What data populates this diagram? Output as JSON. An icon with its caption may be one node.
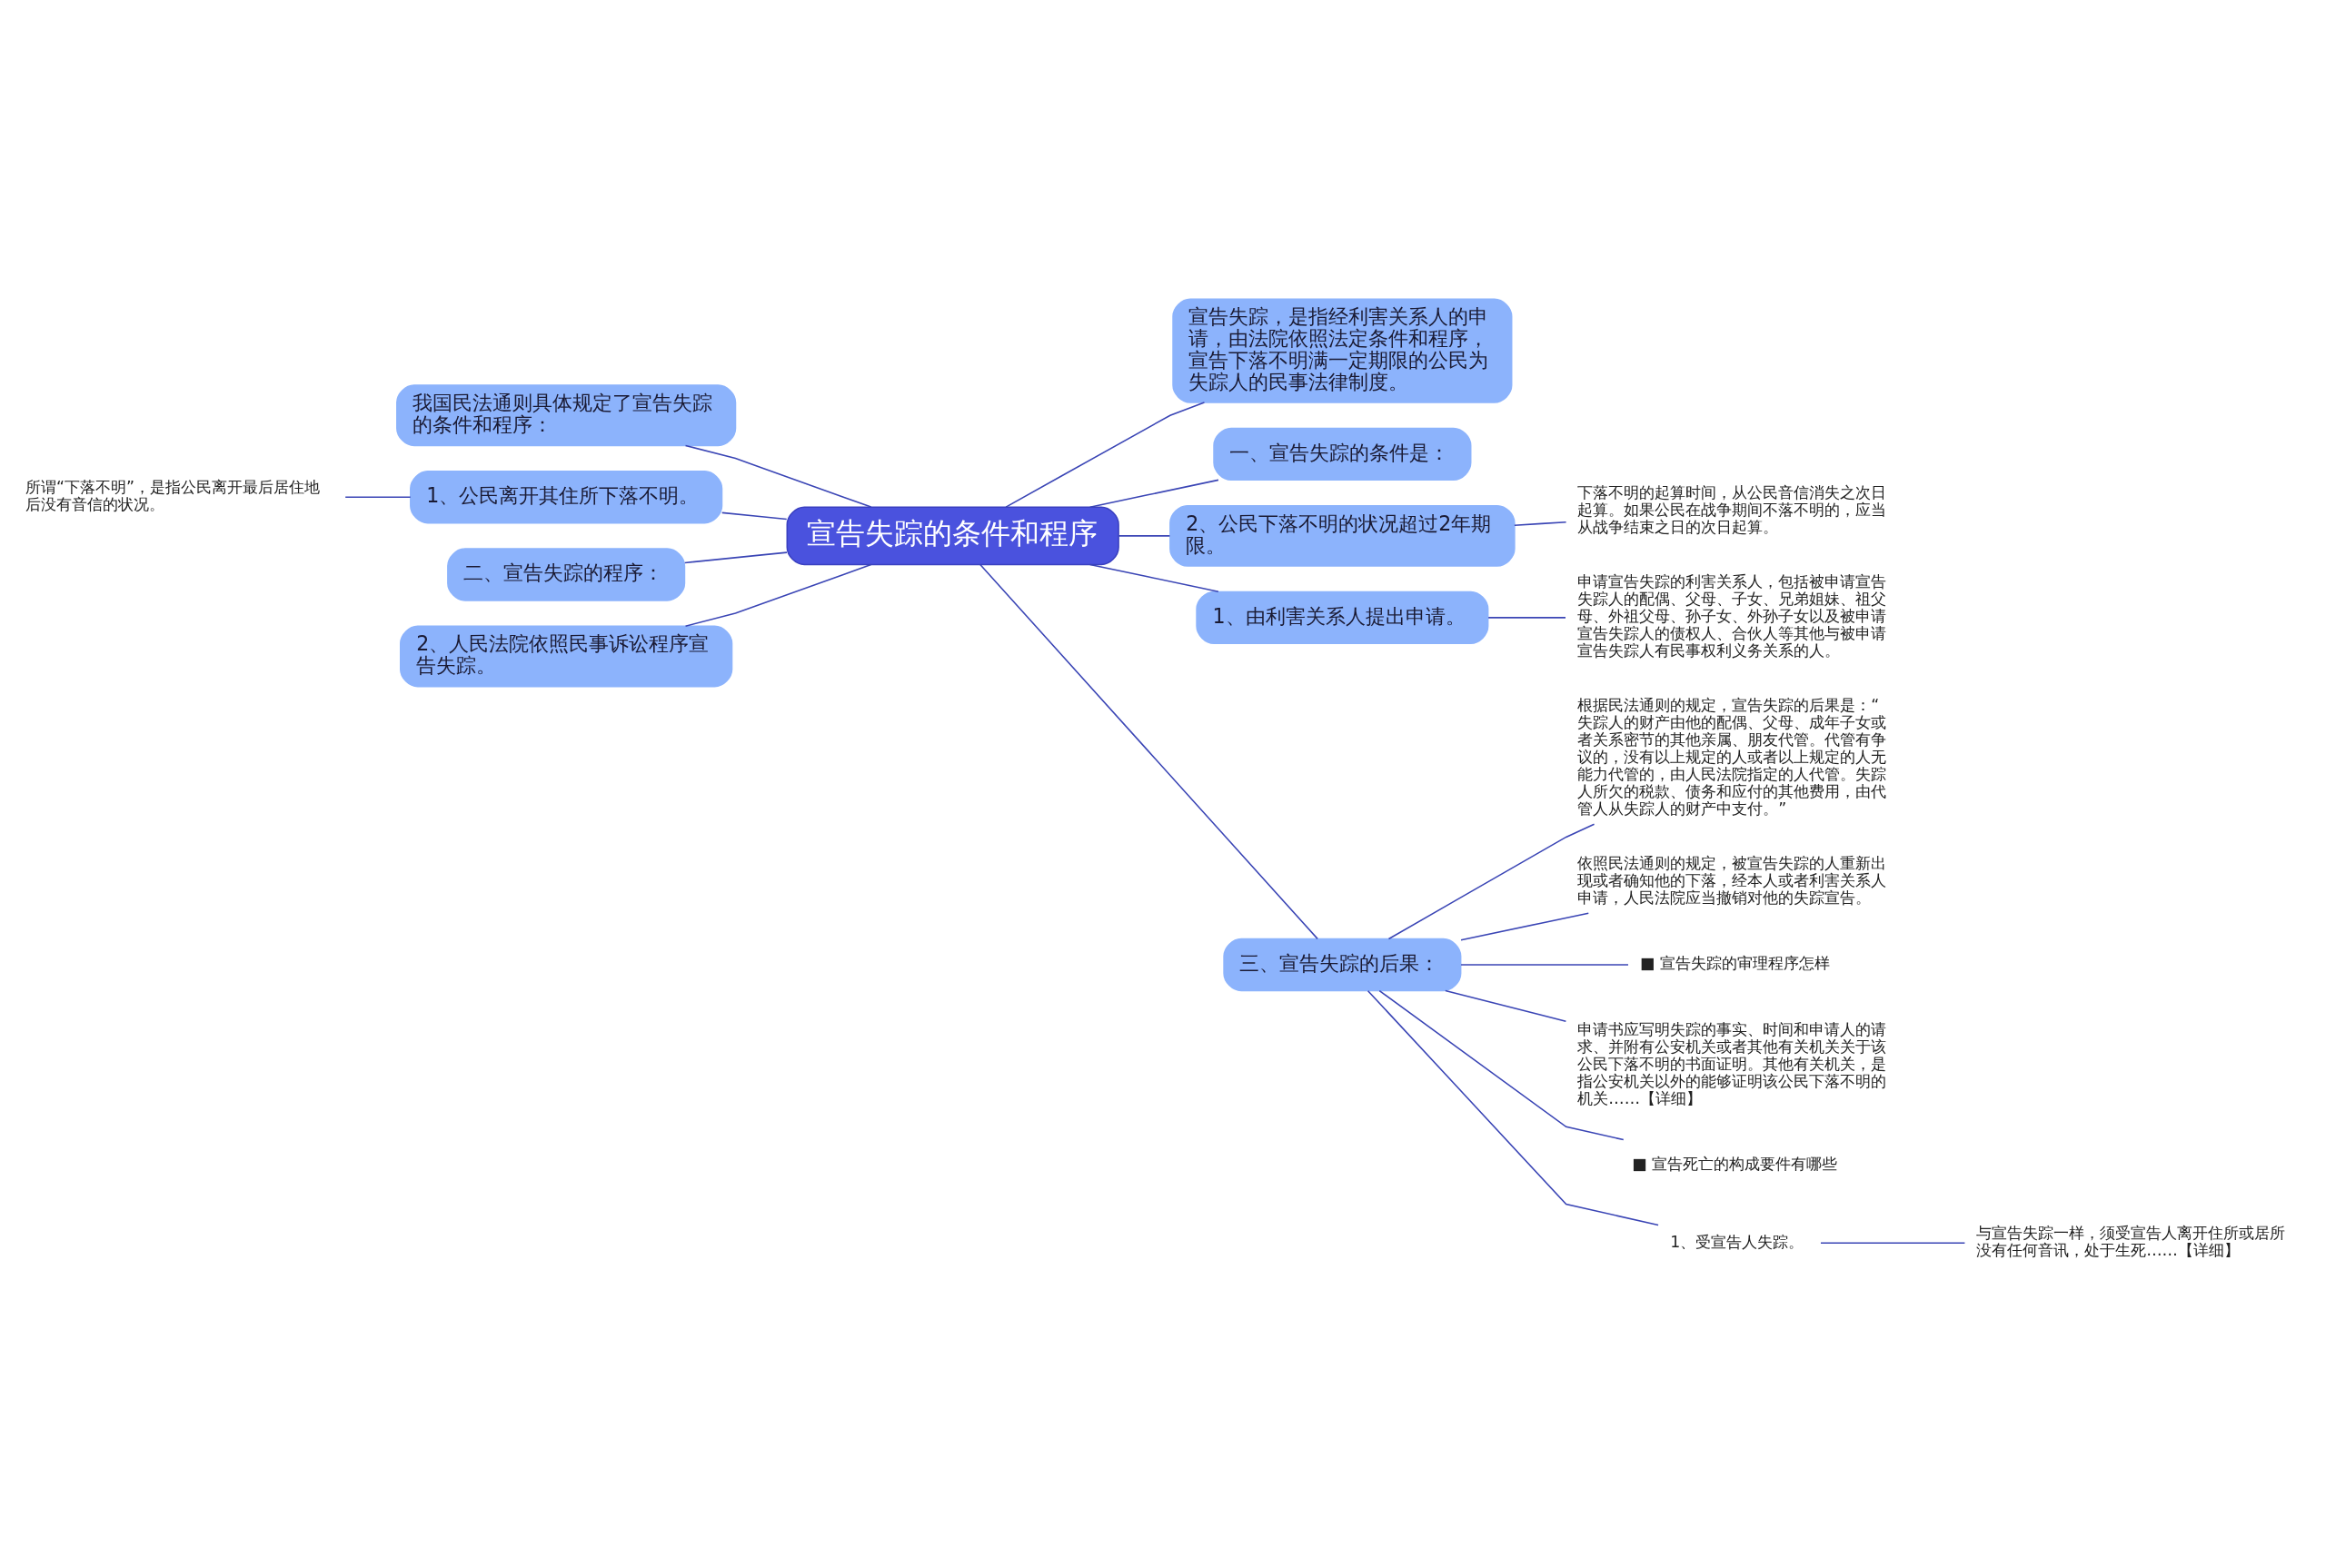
{
  "diagram": {
    "nodes": [
      {
        "text": [
          "宣告失踪的条件和程序"
        ]
      },
      {
        "text": [
          "我国民法通则具体规定了宣告失踪的条件和程序："
        ]
      },
      {
        "text": [
          "1、公民离开其住所下落不明。"
        ]
      },
      {
        "text": [
          "所谓“下落不明”，是指公民离开最后居住地后没有音信的状况。"
        ]
      },
      {
        "text": [
          "二、宣告失踪的程序："
        ]
      },
      {
        "text": [
          "2、人民法院依照民事诉讼程序宣告失踪。"
        ]
      },
      {
        "text": [
          "宣告失踪，是指经利害关系人的申请，由法院依照法定条件和程序，宣告下落不明满一定期限的公民为失踪人的民事法律制度。"
        ]
      },
      {
        "text": [
          "一、宣告失踪的条件是："
        ]
      },
      {
        "text": [
          "2、公民下落不明的状况超过2年期限。"
        ]
      },
      {
        "text": [
          "下落不明的起算时间，从公民音信消失之次日起算。如果公民在战争期间不落不明的，应当从战争结束之日的次日起算。"
        ]
      },
      {
        "text": [
          "1、由利害关系人提出申请。"
        ]
      },
      {
        "text": [
          "申请宣告失踪的利害关系人，包括被申请宣告失踪人的配偶、父母、子女、兄弟姐妹、祖父母、外祖父母、孙子女、外孙子女以及被申请宣告失踪人的债权人、合伙人等其他与被申请宣告失踪人有民事权利义务关系的人。"
        ]
      },
      {
        "text": [
          "三、宣告失踪的后果："
        ]
      },
      {
        "text": [
          "根据民法通则的规定，宣告失踪的后果是：“失踪人的财产由他的配偶、父母、成年子女或者关系密节的其他亲属、朋友代管。代管有争议的，没有以上规定的人或者以上规定的人无能力代管的，由人民法院指定的人代管。失踪人所欠的税款、债务和应付的其他费用，由代管人从失踪人的财产中支付。”"
        ]
      },
      {
        "text": [
          "依照民法通则的规定，被宣告失踪的人重新出现或者确知他的下落，经本人或者利害关系人申请，人民法院应当撤销对他的失踪宣告。"
        ]
      },
      {
        "text": [
          "■ 宣告失踪的审理程序怎样"
        ]
      },
      {
        "text": [
          "申请书应写明失踪的事实、时间和申请人的请求、并附有公安机关或者其他有关机关关于该公民下落不明的书面证明。其他有关机关，是指公安机关以外的能够证明该公民下落不明的机关……【详细】"
        ]
      },
      {
        "text": [
          "■ 宣告死亡的构成要件有哪些"
        ]
      },
      {
        "text": [
          "1、受宣告人失踪。"
        ]
      },
      {
        "text": [
          "与宣告失踪一样，须受宣告人离开住所或居所没有任何音讯，处于生死……【详细】"
        ]
      }
    ],
    "edges": [
      {
        "from": 0,
        "to": 1,
        "arrow": "none"
      },
      {
        "from": 0,
        "to": 2,
        "arrow": "none"
      },
      {
        "from": 2,
        "to": 3,
        "arrow": "none"
      },
      {
        "from": 0,
        "to": 4,
        "arrow": "none"
      },
      {
        "from": 0,
        "to": 5,
        "arrow": "none"
      },
      {
        "from": 0,
        "to": 6,
        "arrow": "none"
      },
      {
        "from": 0,
        "to": 7,
        "arrow": "none"
      },
      {
        "from": 0,
        "to": 8,
        "arrow": "none"
      },
      {
        "from": 8,
        "to": 9,
        "arrow": "none"
      },
      {
        "from": 0,
        "to": 10,
        "arrow": "none"
      },
      {
        "from": 10,
        "to": 11,
        "arrow": "none"
      },
      {
        "from": 0,
        "to": 12,
        "arrow": "none"
      },
      {
        "from": 12,
        "to": 13,
        "arrow": "none"
      },
      {
        "from": 12,
        "to": 14,
        "arrow": "none"
      },
      {
        "from": 12,
        "to": 15,
        "arrow": "none"
      },
      {
        "from": 12,
        "to": 16,
        "arrow": "none"
      },
      {
        "from": 12,
        "to": 17,
        "arrow": "none"
      },
      {
        "from": 12,
        "to": 18,
        "arrow": "none"
      },
      {
        "from": 18,
        "to": 19,
        "arrow": "none"
      }
    ]
  }
}
